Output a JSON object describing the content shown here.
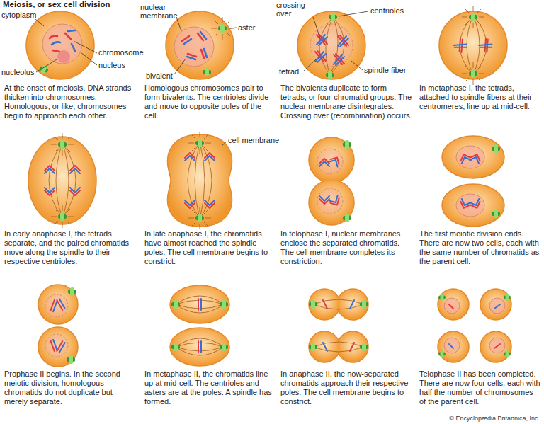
{
  "diagram": {
    "title": "Meiosis, or sex cell division",
    "labels": [
      "cytoplasm",
      "nucleolus",
      "chromosome",
      "nucleus",
      "At the onset of meiosis, DNA strands thicken into chromosomes. Homologous, or like, chromosomes begin to approach each other.",
      "nuclear membrane",
      "aster",
      "bivalent",
      "Homologous chromosomes pair to form bivalents. The centrioles divide and move to opposite poles of the cell.",
      "crossing over",
      "centrioles",
      "tetrad",
      "spindle fiber",
      "The bivalents duplicate to form tetrads, or four-chromatid groups. The nuclear membrane disintegrates. Crossing over (recombination) occurs.",
      "In metaphase I, the tetrads, attached to spindle fibers at their centromeres, line up at mid-cell.",
      "In early anaphase I, the tetrads separate, and the paired chromatids move along the spindle to their respective centrioles.",
      "cell membrane",
      "In late anaphase I, the chromatids have almost reached the spindle poles. The cell membrane begins to constrict.",
      "In telophase I, nuclear membranes enclose the separated chromatids. The cell membrane completes its constriction.",
      "The first meiotic division ends. There are now two cells, each with the same number of chromatids as the parent cell.",
      "Prophase II begins. In the second meiotic division, homologous chromatids do not duplicate but merely separate.",
      "In metaphase II, the chromatids line up at mid-cell. The centrioles and asters are at the poles. A spindle has formed.",
      "In anaphase II, the now-separated chromatids approach their respective poles. The cell membrane begins to constrict.",
      "Telophase II has been completed. There are now four cells, each with half the number of chromosomes of the parent cell.",
      "© Encyclopædia Britannica, Inc."
    ]
  }
}
